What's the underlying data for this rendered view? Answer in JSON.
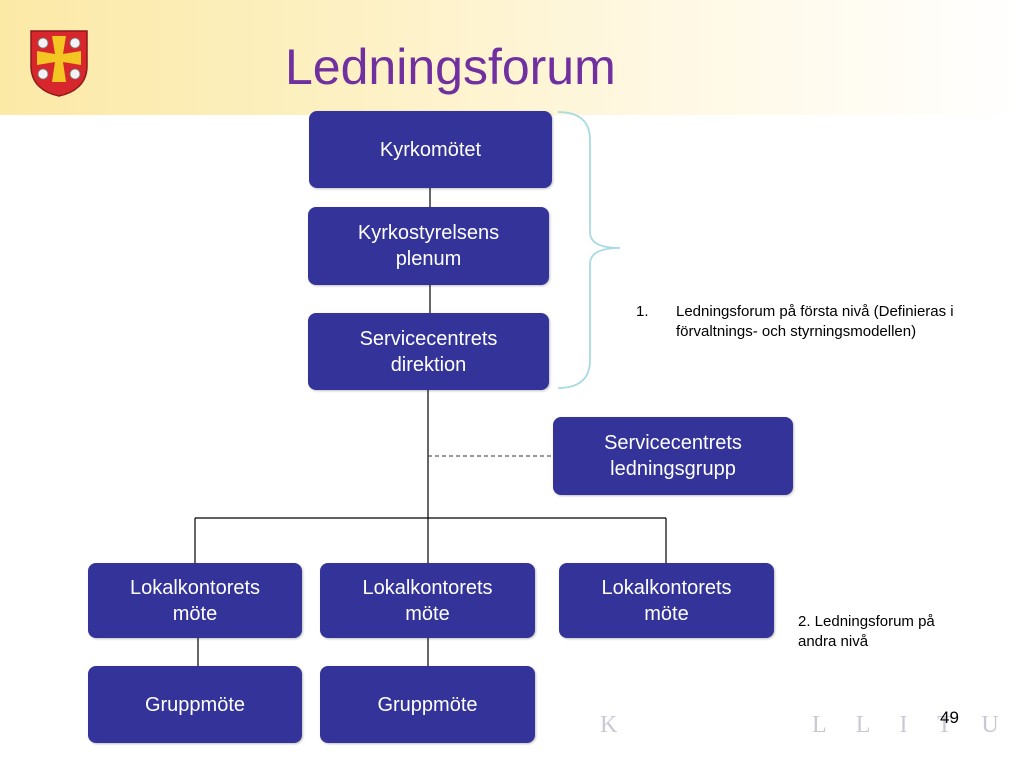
{
  "title": "Ledningsforum",
  "colors": {
    "box": "#333399",
    "title": "#7030a0",
    "bracket": "#a9dbe3"
  },
  "icons": {
    "crest": "coat-of-arms-icon"
  },
  "nodes": {
    "kyrkomotet": "Kyrkomötet",
    "kyrkostyrelsen": "Kyrkostyrelsens\nplenum",
    "direktion": "Servicecentrets\ndirektion",
    "ledningsgrupp": "Servicecentrets\nledningsgrupp",
    "lokal1": "Lokalkontorets\nmöte",
    "lokal2": "Lokalkontorets\nmöte",
    "lokal3": "Lokalkontorets\nmöte",
    "grupp1": "Gruppmöte",
    "grupp2": "Gruppmöte"
  },
  "notes": {
    "level1_number": "1.",
    "level1_text": "Ledningsforum på första nivå (Definieras i förvaltnings- och styrningsmodellen)",
    "level2_text": "2. Ledningsforum på andra nivå"
  },
  "watermark": {
    "left": "K",
    "right": "L L I T U S"
  },
  "page_number": "49"
}
